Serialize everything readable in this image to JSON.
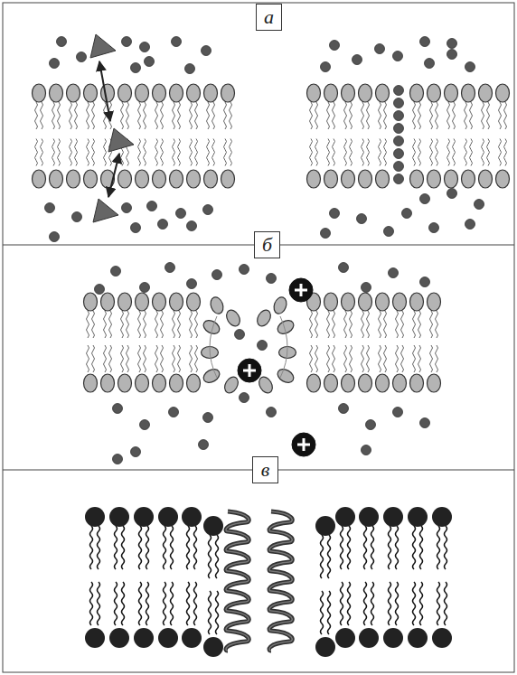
{
  "diagram": {
    "nodes": [
      {
        "text": [
          "а"
        ]
      },
      {
        "text": [
          "б"
        ]
      },
      {
        "text": [
          "в"
        ]
      }
    ]
  }
}
